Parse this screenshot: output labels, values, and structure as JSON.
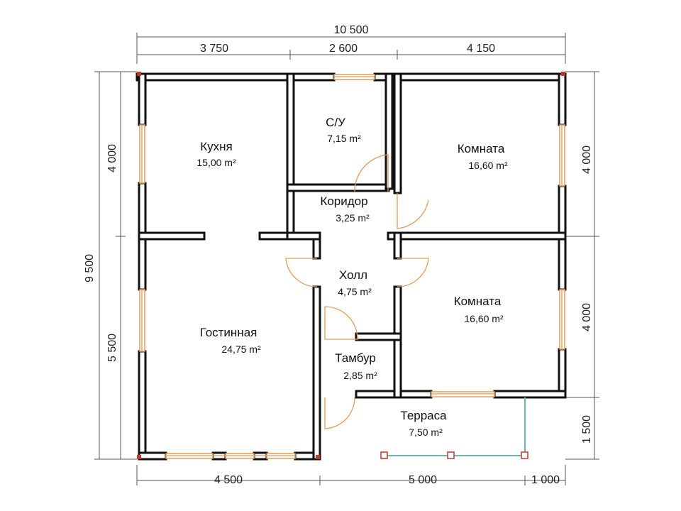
{
  "dimensions": {
    "top_total": "10 500",
    "top_left": "3 750",
    "top_mid": "2 600",
    "top_right": "4 150",
    "left_total": "9 500",
    "left_top": "4 000",
    "left_bottom": "5 500",
    "right_top": "4 000",
    "right_mid": "4 000",
    "right_bottom": "1 500",
    "bottom_left": "4 500",
    "bottom_mid": "5 000",
    "bottom_right": "1 000"
  },
  "rooms": {
    "kitchen": {
      "name": "Кухня",
      "area": "15,00 m²"
    },
    "bathroom": {
      "name": "С/У",
      "area": "7,15 m²"
    },
    "room_top": {
      "name": "Комната",
      "area": "16,60 m²"
    },
    "corridor": {
      "name": "Коридор",
      "area": "3,25 m²"
    },
    "hall": {
      "name": "Холл",
      "area": "4,75 m²"
    },
    "living": {
      "name": "Гостинная",
      "area": "24,75 m²"
    },
    "room_bottom": {
      "name": "Комната",
      "area": "16,60 m²"
    },
    "vestibule": {
      "name": "Тамбур",
      "area": "2,85 m²"
    },
    "terrace": {
      "name": "Терраса",
      "area": "7,50 m²"
    }
  }
}
